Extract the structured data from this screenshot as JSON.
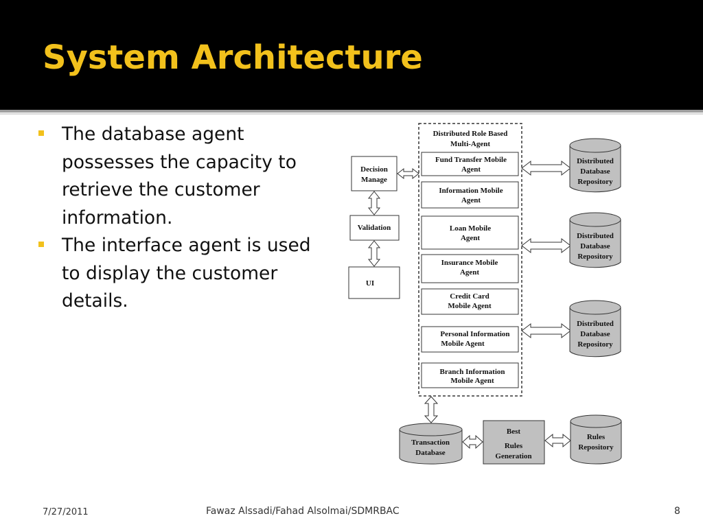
{
  "slide": {
    "title": "System Architecture",
    "bullets": [
      "The database agent possesses the capacity to retrieve the customer information.",
      "The interface agent is used to display the customer details."
    ]
  },
  "diagram": {
    "container_label": [
      "Distributed Role Based",
      "Multi-Agent"
    ],
    "agents": [
      [
        "Fund Transfer Mobile",
        "Agent"
      ],
      [
        "Information Mobile",
        "Agent"
      ],
      [
        "Loan Mobile",
        "Agent"
      ],
      [
        "Insurance Mobile",
        "Agent"
      ],
      [
        "Credit Card",
        "Mobile Agent"
      ],
      [
        "Personal Information",
        "Mobile Agent"
      ],
      [
        "Branch Information",
        "Mobile Agent"
      ]
    ],
    "left_boxes": [
      [
        "Decision",
        "Manage"
      ],
      [
        "Validation"
      ],
      [
        "UI"
      ]
    ],
    "repositories": [
      [
        "Distributed",
        "Database",
        "Repository"
      ],
      [
        "Distributed",
        "Database",
        "Repository"
      ],
      [
        "Distributed",
        "Database",
        "Repository"
      ]
    ],
    "bottom": {
      "transaction": [
        "Transaction",
        "Database"
      ],
      "best_rules": [
        "Best",
        "Rules",
        "Generation"
      ],
      "rules_repo": [
        "Rules",
        "Repository"
      ]
    }
  },
  "footer": {
    "date": "7/27/2011",
    "authors": "Fawaz Alssadi/Fahad Alsolmai/SDMRBAC",
    "page": "8"
  },
  "colors": {
    "title": "#f2c11c",
    "bullet": "#f2c11c",
    "header_bg": "#000000",
    "cylinder": "#c0c0c0",
    "rules_box": "#c0c0c0"
  }
}
